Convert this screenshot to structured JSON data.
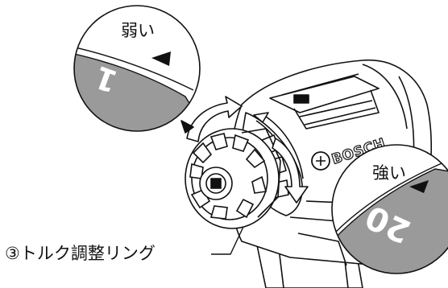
{
  "callouts": {
    "weak": {
      "label": "弱い",
      "number": "1"
    },
    "strong": {
      "label": "強い",
      "number": "20"
    }
  },
  "brand": "BOSCH",
  "ring_label": "③トルク調整リング",
  "colors": {
    "ink": "#111111",
    "dial_gray": "#9a9a9a",
    "background": "#ffffff"
  }
}
